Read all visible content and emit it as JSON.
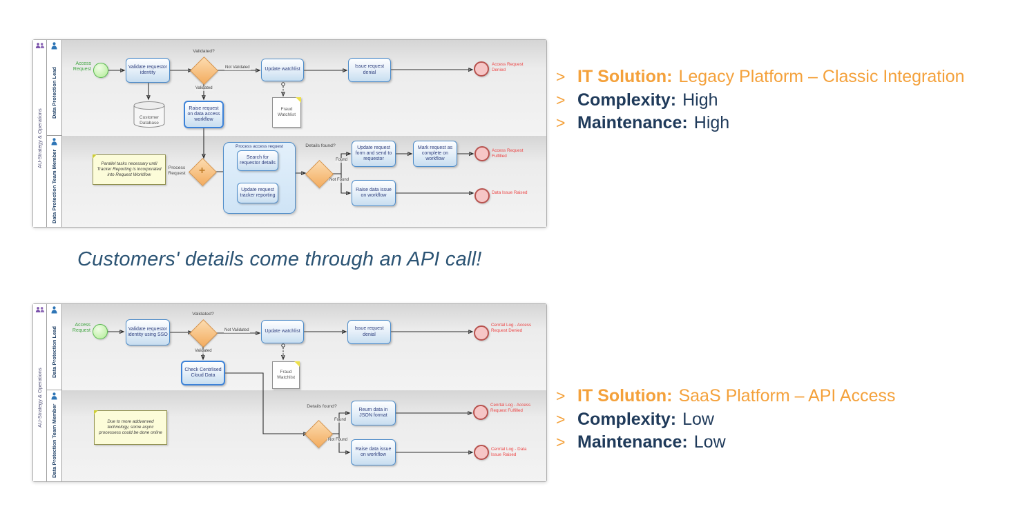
{
  "colors": {
    "accent_orange": "#F4A13B",
    "navy": "#1F3A5A",
    "red_end_label": "#ED4343",
    "green_start_label": "#3FA53F",
    "task_border_blue": "#4E8CC9",
    "gateway_orange": "#F3AC5F"
  },
  "caption": "Customers' details come through an API call!",
  "info_legacy": {
    "bullet": ">",
    "solution_label": "IT Solution:",
    "solution_value": "Legacy Platform – Classic Integration",
    "complexity_label": "Complexity:",
    "complexity_value": "High",
    "maintenance_label": "Maintenance:",
    "maintenance_value": "High"
  },
  "info_saas": {
    "bullet": ">",
    "solution_label": "IT Solution:",
    "solution_value": "SaaS Platform – API Access",
    "complexity_label": "Complexity:",
    "complexity_value": "Low",
    "maintenance_label": "Maintenance:",
    "maintenance_value": "Low"
  },
  "legacy": {
    "pool": "AU-Strategy & Operations",
    "lane_lead": "Data Protection Lead",
    "lane_member": "Data Protection Team Member",
    "start_label": "Access Request",
    "task_validate": "Validate requestor identity",
    "gw_validated": "Validated?",
    "edge_not_validated": "Not Validated",
    "edge_validated": "Validated",
    "task_update_watchlist": "Update watchlist",
    "task_issue_denial": "Issue request denial",
    "end_denied": "Access Request Denied",
    "store_customer_db": "Customer Database",
    "task_raise_request": "Raise request on data access workflow",
    "doc_fraud_watchlist": "Fraud Watchlist",
    "note": "Parallel tasks necessary until Tracker Reporting is incorporated into Request Workflow",
    "gw_process_request": "Process Request",
    "subprocess_title": "Process access request",
    "task_search_details": "Search for requestor details",
    "task_update_tracker": "Update request tracker reporting",
    "gw_details_found": "Details found?",
    "edge_found": "Found",
    "edge_not_found": "Not Found",
    "task_update_form": "Update request form and send to requestor",
    "task_mark_complete": "Mark request as complete on workflow",
    "end_fulfilled": "Access Request Fulfilled",
    "task_raise_issue": "Raise data issue on workflow",
    "end_issue": "Data Issue Raised"
  },
  "saas": {
    "pool": "AU-Strategy & Operations",
    "lane_lead": "Data Protection Lead",
    "lane_member": "Data Protection Team Member",
    "start_label": "Access Request",
    "task_validate": "Validate requestor identity using SSO",
    "gw_validated": "Validated?",
    "edge_not_validated": "Not Validated",
    "edge_validated": "Validated",
    "task_update_watchlist": "Update watchlist",
    "task_issue_denial": "Issue request denial",
    "end_denied": "Cenrtal Log - Access Request Denied",
    "task_check_cloud": "Check Centrlised Cloud Data",
    "doc_fraud_watchlist": "Fraud Watchlist",
    "note": "Due to more addvanved technology, some async processess could be done online",
    "gw_details_found": "Details found?",
    "edge_found": "Found",
    "edge_not_found": "Not Found",
    "task_return_json": "Reurn data in JSON format",
    "end_fulfilled": "Cenrtal Log - Access Request Fulfilled",
    "task_raise_issue": "Raise data issue on workflow",
    "end_issue": "Cenrtal Log - Data Issue Raised"
  }
}
